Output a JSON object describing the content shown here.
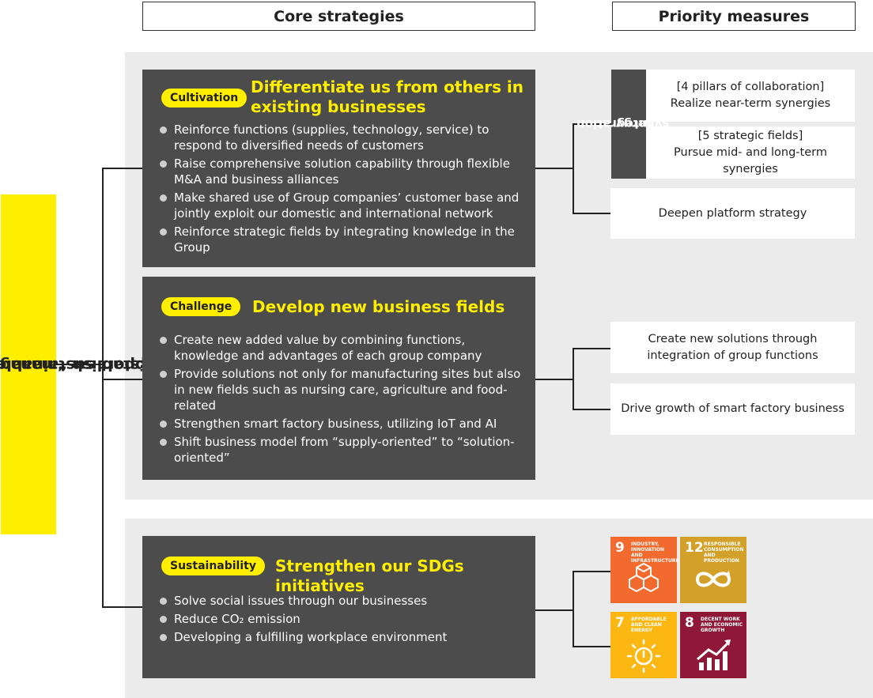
{
  "headers": {
    "core": "Core strategies",
    "priority": "Priority measures"
  },
  "left_label": {
    "line1": "Establish “management base” to",
    "line2": "support sustainable growth"
  },
  "blocks": {
    "cultivation": {
      "tag": "Cultivation",
      "title_line1": "Differentiate us from others in",
      "title_line2": "existing businesses",
      "bullets": [
        "Reinforce functions (supplies, technology, service) to respond to diversified needs of customers",
        "Raise comprehensive solution capability through flexible M&A and  business alliances",
        "Make shared use of Group companies’ customer base and jointly exploit our domestic and international network",
        "Reinforce strategic fields by integrating knowledge in the Group"
      ]
    },
    "challenge": {
      "tag": "Challenge",
      "title": "Develop new business fields",
      "bullets": [
        "Create new added value by combining functions, knowledge and advantages of each group company",
        "Provide solutions not only for manufacturing sites but also in new fields such as nursing care, agriculture and food-related",
        "Strengthen smart factory business, utilizing IoT and AI",
        "Shift business model from “supply-oriented” to “solution-oriented”"
      ]
    },
    "sustainability": {
      "tag": "Sustainability",
      "title": "Strengthen our SDGs initiatives",
      "bullets": [
        "Solve social issues through our businesses",
        "Reduce CO₂ emission",
        "Developing a fulfilling workplace environment"
      ]
    }
  },
  "priority": {
    "integration_label_line1": "Integration",
    "integration_label_line2": "synergy",
    "pillars_line1": "[4 pillars of collaboration]",
    "pillars_line2": "Realize near-term synergies",
    "fields_line1": "[5 strategic fields]",
    "fields_line2": "Pursue mid- and long-term synergies",
    "platform": "Deepen platform strategy",
    "solutions_line1": "Create new solutions through",
    "solutions_line2": "integration of group functions",
    "smart_factory": "Drive growth of smart factory business"
  },
  "sdgs": [
    {
      "number": "9",
      "caption": "Industry, innovation and infrastructure",
      "color": "#f26a2d",
      "icon": "cubes-icon"
    },
    {
      "number": "12",
      "caption": "Responsible consumption and production",
      "color": "#d3a029",
      "icon": "infinity-icon"
    },
    {
      "number": "7",
      "caption": "Affordable and clean energy",
      "color": "#fdb713",
      "icon": "sun-power-icon"
    },
    {
      "number": "8",
      "caption": "Decent work and economic growth",
      "color": "#8f1838",
      "icon": "growth-chart-icon"
    }
  ]
}
